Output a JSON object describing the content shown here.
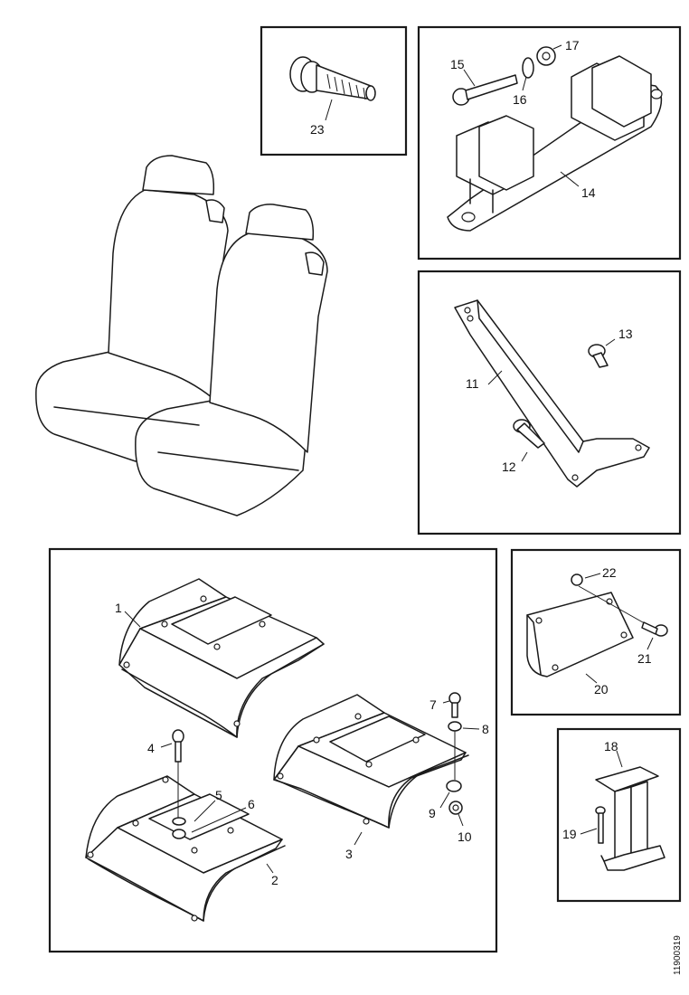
{
  "drawing_ref": "11900319",
  "callouts": {
    "c1": "1",
    "c2": "2",
    "c3": "3",
    "c4": "4",
    "c5": "5",
    "c6": "6",
    "c7": "7",
    "c8": "8",
    "c9": "9",
    "c10": "10",
    "c11": "11",
    "c12": "12",
    "c13": "13",
    "c14": "14",
    "c15": "15",
    "c16": "16",
    "c17": "17",
    "c18": "18",
    "c19": "19",
    "c20": "20",
    "c21": "21",
    "c22": "22",
    "c23": "23"
  },
  "colors": {
    "line": "#1a1a1a",
    "paper": "#ffffff"
  }
}
